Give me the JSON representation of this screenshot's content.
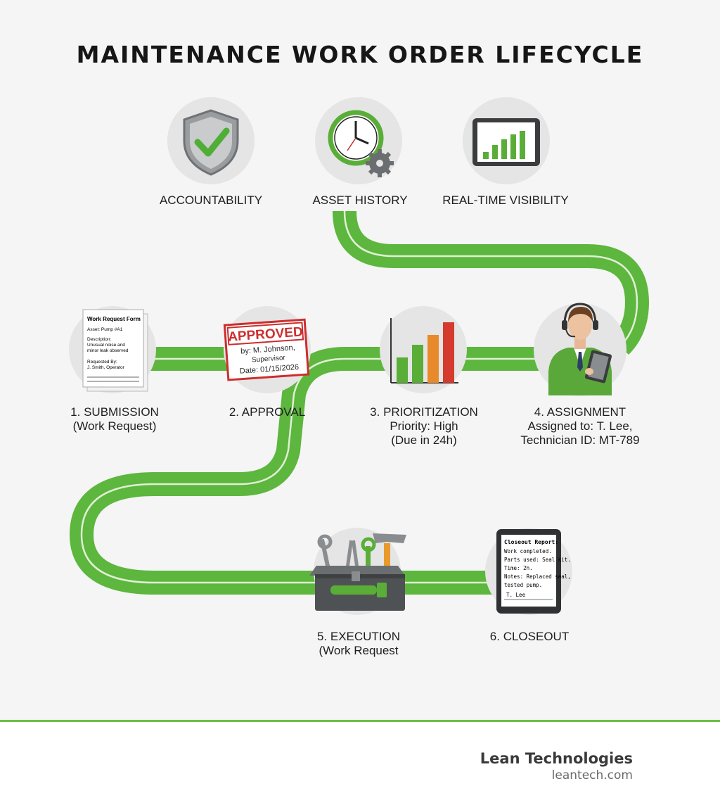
{
  "title": "MAINTENANCE WORK ORDER LIFECYCLE",
  "benefits": [
    {
      "label": "ACCOUNTABILITY",
      "icon": "shield-check-icon"
    },
    {
      "label": "ASSET HISTORY",
      "icon": "clock-gear-icon"
    },
    {
      "label": "REAL-TIME VISIBILITY",
      "icon": "tablet-chart-icon"
    }
  ],
  "steps": [
    {
      "label": "1. SUBMISSION",
      "detail": "(Work Request)",
      "icon": "work-request-form-icon"
    },
    {
      "label": "2. APPROVAL",
      "icon": "approved-stamp-icon"
    },
    {
      "label": "3. PRIORITIZATION",
      "detail": "Priority: High",
      "detail2": "(Due in 24h)",
      "icon": "bar-chart-icon"
    },
    {
      "label": "4. ASSIGNMENT",
      "detail": "Assigned to: T. Lee,",
      "detail2": "Technician ID: MT-789",
      "icon": "technician-icon"
    },
    {
      "label": "5. EXECUTION",
      "detail": "(Work Request",
      "icon": "toolbox-icon"
    },
    {
      "label": "6. CLOSEOUT",
      "icon": "closeout-report-icon"
    }
  ],
  "form": {
    "title": "Work Request Form",
    "line1": "Asset: Pump #A1",
    "line2": "Description:",
    "line3": "Unusual noise and",
    "line4": "minor leak observed",
    "line5": "Requested By:",
    "line6": "J. Smith, Operator"
  },
  "stamp": {
    "word": "APPROVED",
    "by": "by: M. Johnson,",
    "role": "Supervisor",
    "date": "Date: 01/15/2026"
  },
  "report": {
    "title": "Closeout Report:",
    "line1": "Work completed.",
    "line2": "Parts used: Seal kit.",
    "line3": "Time: 2h.",
    "line4": "Notes: Replaced seal,",
    "line5": "tested pump.",
    "signature": "T. Lee"
  },
  "brand": {
    "name": "Lean Technologies",
    "url": "leantech.com"
  },
  "colors": {
    "accent": "#6cbe45",
    "stamp": "#cc2e2e",
    "bar_orange": "#e88a2b",
    "bar_red": "#d43a2e"
  }
}
